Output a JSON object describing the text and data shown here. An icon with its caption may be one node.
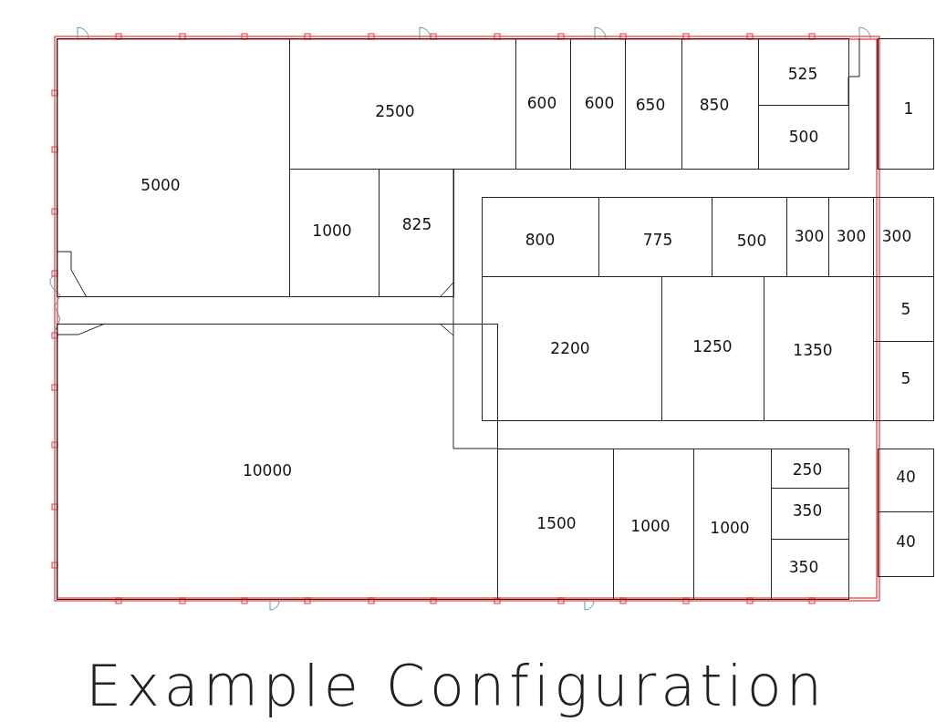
{
  "diagram": {
    "title": "Example Configuration",
    "nodes": [
      {
        "text": [
          "5000"
        ]
      },
      {
        "text": [
          "2500"
        ]
      },
      {
        "text": [
          "600"
        ]
      },
      {
        "text": [
          "600"
        ]
      },
      {
        "text": [
          "650"
        ]
      },
      {
        "text": [
          "850"
        ]
      },
      {
        "text": [
          "525"
        ]
      },
      {
        "text": [
          "500"
        ]
      },
      {
        "text": [
          "1"
        ]
      },
      {
        "text": [
          "1000"
        ]
      },
      {
        "text": [
          "825"
        ]
      },
      {
        "text": [
          "800"
        ]
      },
      {
        "text": [
          "775"
        ]
      },
      {
        "text": [
          "500"
        ]
      },
      {
        "text": [
          "300"
        ]
      },
      {
        "text": [
          "300"
        ]
      },
      {
        "text": [
          "300"
        ]
      },
      {
        "text": [
          "2200"
        ]
      },
      {
        "text": [
          "1250"
        ]
      },
      {
        "text": [
          "1350"
        ]
      },
      {
        "text": [
          "5"
        ]
      },
      {
        "text": [
          "5"
        ]
      },
      {
        "text": [
          "10000"
        ]
      },
      {
        "text": [
          "1500"
        ]
      },
      {
        "text": [
          "1000"
        ]
      },
      {
        "text": [
          "1000"
        ]
      },
      {
        "text": [
          "250"
        ]
      },
      {
        "text": [
          "350"
        ]
      },
      {
        "text": [
          "350"
        ]
      },
      {
        "text": [
          "40"
        ]
      },
      {
        "text": [
          "40"
        ]
      }
    ]
  }
}
